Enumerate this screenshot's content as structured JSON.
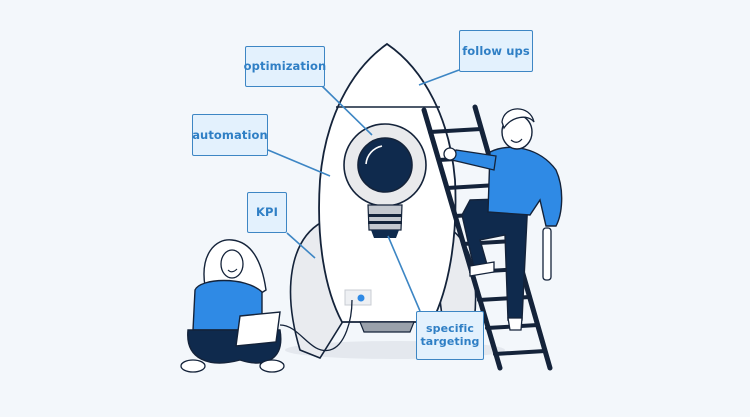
{
  "illustration": {
    "subject": "rocket with lightbulb window, two people, ladder",
    "background_color": "#f3f7fb",
    "colors": {
      "accent_blue": "#2f8ae5",
      "navy": "#0f2a4d",
      "label_text": "#2f7fc5",
      "label_border": "#3d86c4",
      "label_fill": "#e3f1fd",
      "rocket_fill": "#ffffff",
      "rocket_shadow": "#e8eaee",
      "outline": "#14233a"
    }
  },
  "labels": {
    "optimization": "optimization",
    "follow_ups": "follow ups",
    "automation": "automation",
    "kpi": "KPI",
    "specific_targeting_line1": "specific",
    "specific_targeting_line2": "targeting"
  }
}
